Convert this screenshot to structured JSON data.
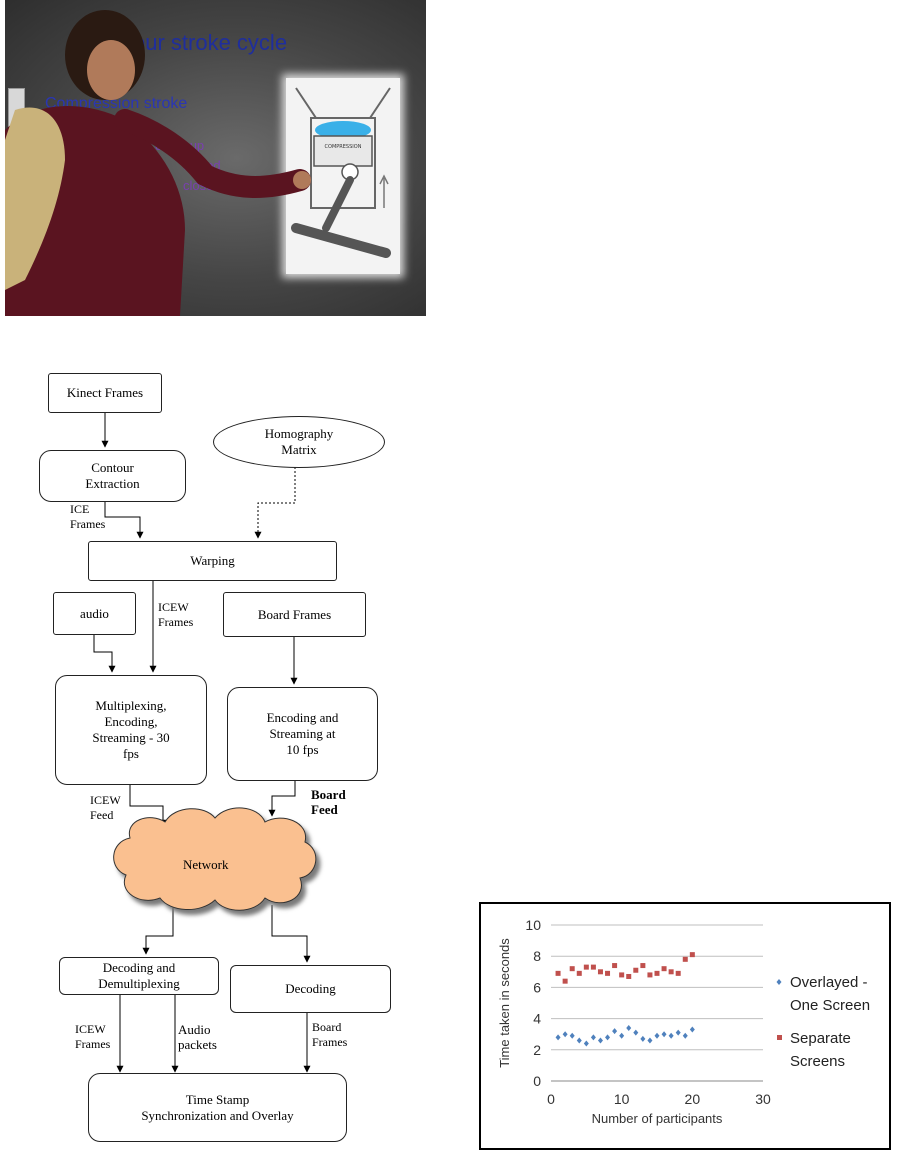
{
  "photo": {
    "slide_title": "our stroke cycle",
    "slide_subtitle": "Compression stroke",
    "bullets": [
      "oving up",
      "closed",
      "closed"
    ],
    "engine_label": "COMPRESSION"
  },
  "flowchart": {
    "kinect_frames": "Kinect Frames",
    "homography_matrix": "Homography\nMatrix",
    "contour_extraction": "Contour\nExtraction",
    "ice_frames": "ICE\nFrames",
    "warping": "Warping",
    "audio": "audio",
    "icew_frames_1": "ICEW\nFrames",
    "board_frames_1": "Board Frames",
    "multiplexing": "Multiplexing,\nEncoding,\nStreaming - 30\nfps",
    "encoding_streaming": "Encoding and\nStreaming at\n10 fps",
    "icew_feed": "ICEW\nFeed",
    "board_feed": "Board\nFeed",
    "network": "Network",
    "decoding_demux": "Decoding and\nDemultiplexing",
    "decoding": "Decoding",
    "icew_frames_2": "ICEW\nFrames",
    "audio_packets": "Audio\npackets",
    "board_frames_2": "Board\nFrames",
    "timestamp_sync": "Time Stamp\nSynchronization and Overlay"
  },
  "chart_data": {
    "type": "scatter",
    "title": "",
    "xlabel": "Number of participants",
    "ylabel": "Time taken in seconds",
    "xlim": [
      0,
      30
    ],
    "ylim": [
      0,
      10
    ],
    "x_ticks": [
      0,
      10,
      20,
      30
    ],
    "y_ticks": [
      0,
      2,
      4,
      6,
      8,
      10
    ],
    "grid": "horizontal",
    "legend_position": "right",
    "series": [
      {
        "name": "Overlayed - One Screen",
        "legend_lines": [
          "Overlayed -",
          "One Screen"
        ],
        "color": "#4f81bd",
        "marker": "diamond",
        "x": [
          1,
          2,
          3,
          4,
          5,
          6,
          7,
          8,
          9,
          10,
          11,
          12,
          13,
          14,
          15,
          16,
          17,
          18,
          19,
          20
        ],
        "y": [
          2.8,
          3.0,
          2.9,
          2.6,
          2.4,
          2.8,
          2.6,
          2.8,
          3.2,
          2.9,
          3.4,
          3.1,
          2.7,
          2.6,
          2.9,
          3.0,
          2.9,
          3.1,
          2.9,
          3.3
        ]
      },
      {
        "name": "Separate Screens",
        "legend_lines": [
          "Separate",
          "Screens"
        ],
        "color": "#c0504d",
        "marker": "square",
        "x": [
          1,
          2,
          3,
          4,
          5,
          6,
          7,
          8,
          9,
          10,
          11,
          12,
          13,
          14,
          15,
          16,
          17,
          18,
          19,
          20
        ],
        "y": [
          6.9,
          6.4,
          7.2,
          6.9,
          7.3,
          7.3,
          7.0,
          6.9,
          7.4,
          6.8,
          6.7,
          7.1,
          7.4,
          6.8,
          6.9,
          7.2,
          7.0,
          6.9,
          7.8,
          8.1
        ]
      }
    ]
  }
}
